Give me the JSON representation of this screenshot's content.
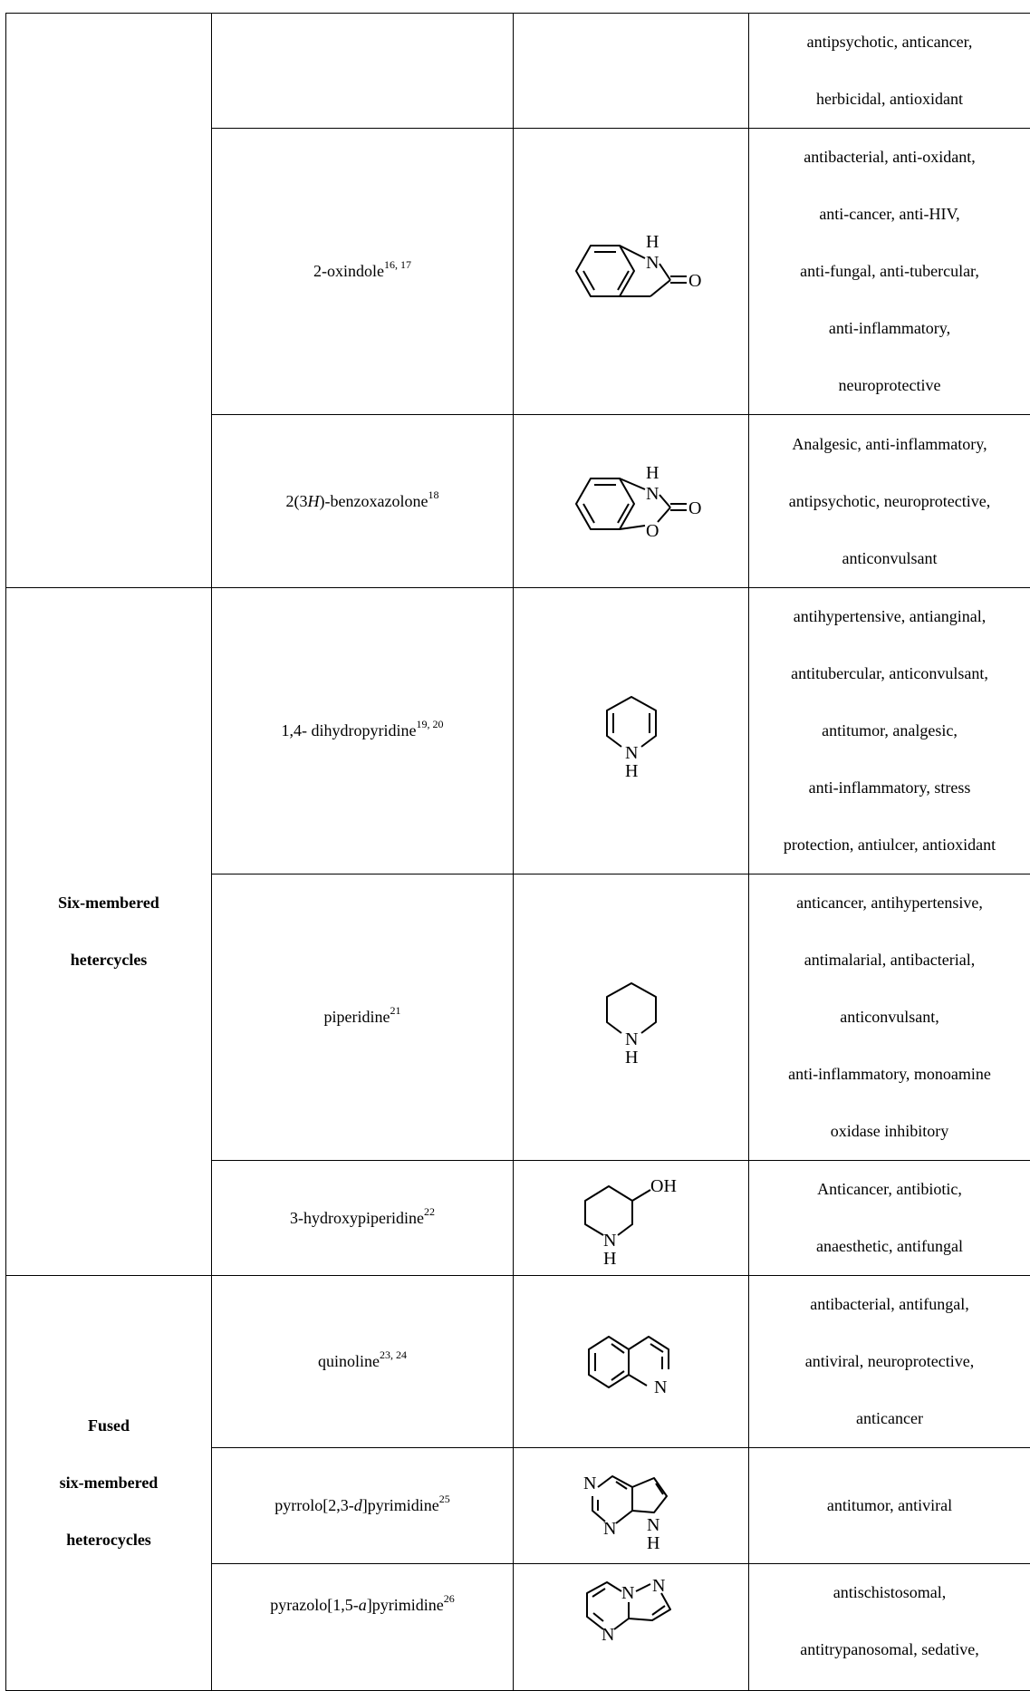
{
  "groups": {
    "g1": "",
    "g2": [
      "Six-membered",
      "hetercycles"
    ],
    "g3": [
      "Fused",
      "six-membered",
      "heterocycles"
    ]
  },
  "rows": [
    {
      "name": "",
      "sup": "",
      "structure": "",
      "activities": [
        "antipsychotic, anticancer,",
        "herbicidal, antioxidant"
      ]
    },
    {
      "name": "2-oxindole",
      "sup": "16, 17",
      "structure": "2-oxindole-structure-icon",
      "activities": [
        "antibacterial, anti-oxidant,",
        "anti-cancer, anti-HIV,",
        "anti-fungal, anti-tubercular,",
        "anti-inflammatory,",
        "neuroprotective"
      ]
    },
    {
      "name_html_parts": [
        "2(3",
        "H",
        ")-benzoxazolone"
      ],
      "sup": "18",
      "structure": "benzoxazolone-structure-icon",
      "activities": [
        "Analgesic, anti-inflammatory,",
        "antipsychotic, neuroprotective,",
        "anticonvulsant"
      ]
    },
    {
      "name": "1,4- dihydropyridine",
      "sup": "19, 20",
      "structure": "dihydropyridine-structure-icon",
      "activities": [
        "antihypertensive, antianginal,",
        "antitubercular, anticonvulsant,",
        "antitumor, analgesic,",
        "anti-inflammatory, stress",
        "protection, antiulcer, antioxidant"
      ]
    },
    {
      "name": "piperidine",
      "sup": "21",
      "structure": "piperidine-structure-icon",
      "activities": [
        "anticancer, antihypertensive,",
        "antimalarial, antibacterial,",
        "anticonvulsant,",
        "anti-inflammatory, monoamine",
        "oxidase inhibitory"
      ]
    },
    {
      "name": "3-hydroxypiperidine",
      "sup": "22",
      "structure": "hydroxypiperidine-structure-icon",
      "activities": [
        "Anticancer, antibiotic,",
        "anaesthetic, antifungal"
      ]
    },
    {
      "name": "quinoline",
      "sup": "23, 24",
      "structure": "quinoline-structure-icon",
      "activities": [
        "antibacterial, antifungal,",
        "antiviral, neuroprotective,",
        "anticancer"
      ]
    },
    {
      "name_html_parts": [
        "pyrrolo[2,3-",
        "d",
        "]pyrimidine"
      ],
      "sup": "25",
      "structure": "pyrrolopyrimidine-structure-icon",
      "activities": [
        "antitumor, antiviral"
      ]
    },
    {
      "name_html_parts": [
        "pyrazolo[1,5-",
        "a",
        "]pyrimidine"
      ],
      "sup": "26",
      "structure": "pyrazolopyrimidine-structure-icon",
      "activities": [
        "antischistosomal,",
        "antitrypanosomal, sedative,"
      ]
    }
  ],
  "atoms": {
    "N": "N",
    "H": "H",
    "O": "O",
    "OH": "OH"
  }
}
